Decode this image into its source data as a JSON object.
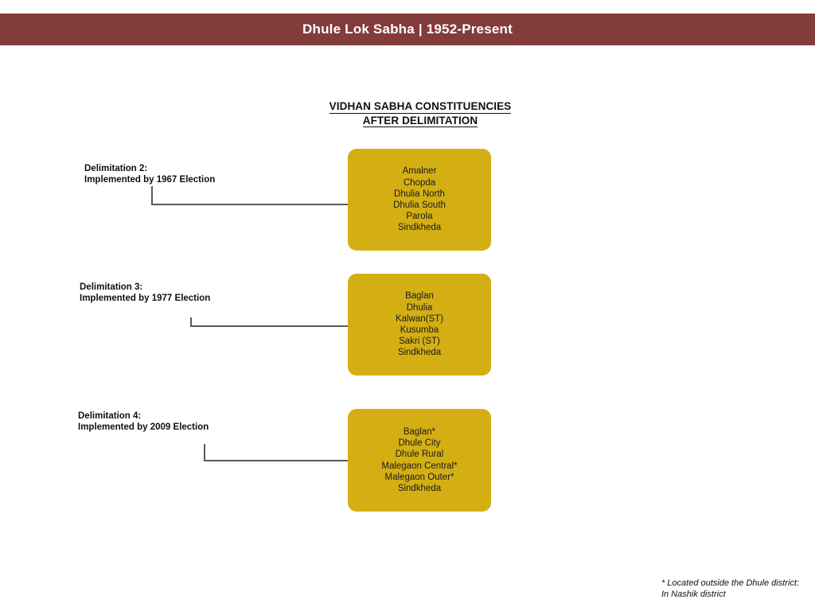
{
  "header": {
    "title": "Dhule Lok Sabha | 1952-Present",
    "bar_color": "#823c3c",
    "text_color": "#ffffff"
  },
  "section_heading": {
    "line1": "VIDHAN SABHA CONSTITUENCIES",
    "line2": "AFTER DELIMITATION"
  },
  "box_color": "#d4af14",
  "connector_color": "#5a5a5a",
  "stages": [
    {
      "label_line1": "Delimitation 2:",
      "label_line2": "Implemented by 1967 Election",
      "constituencies": [
        "Amalner",
        "Chopda",
        "Dhulia North",
        "Dhulia South",
        "Parola",
        "Sindkheda"
      ]
    },
    {
      "label_line1": "Delimitation 3:",
      "label_line2": "Implemented by 1977 Election",
      "constituencies": [
        "Baglan",
        "Dhulia",
        "Kalwan(ST)",
        "Kusumba",
        "Sakri (ST)",
        "Sindkheda"
      ]
    },
    {
      "label_line1": "Delimitation 4:",
      "label_line2": "Implemented by 2009 Election",
      "constituencies": [
        "Baglan*",
        "Dhule City",
        "Dhule Rural",
        "Malegaon Central*",
        "Malegaon Outer*",
        "Sindkheda"
      ]
    }
  ],
  "footnote": {
    "line1": "* Located outside the Dhule district:",
    "line2": "In Nashik district"
  }
}
